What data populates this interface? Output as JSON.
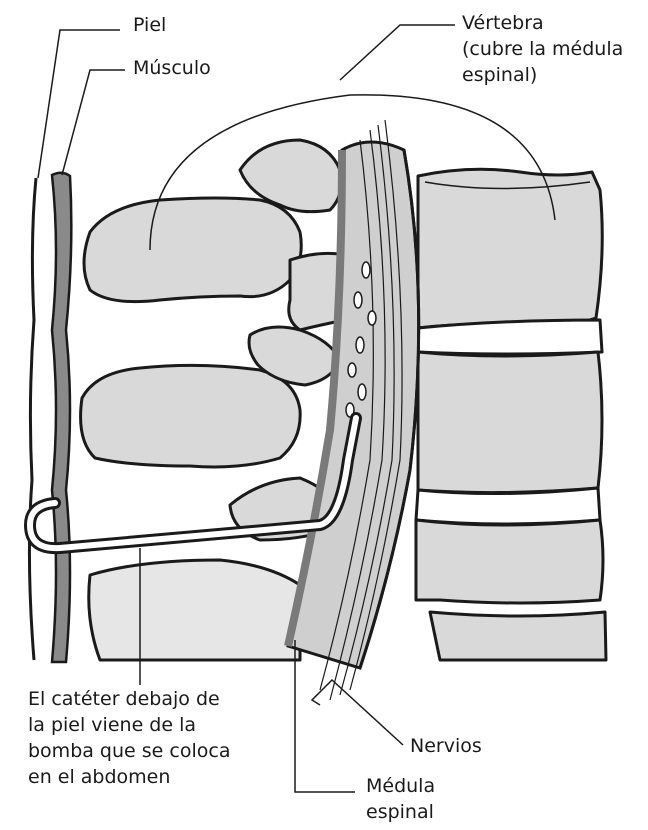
{
  "labels": {
    "piel": "Piel",
    "musculo": "Músculo",
    "vertebra": [
      "Vértebra",
      "(cubre la médula",
      "espinal)"
    ],
    "cateter": [
      "El catéter debajo de",
      "la piel viene de la",
      "bomba que se coloca",
      "en el abdomen"
    ],
    "nervios": "Nervios",
    "medula": [
      "Médula",
      "espinal"
    ]
  },
  "colors": {
    "ink": "#1a1a1a",
    "bone": "#d9d9d9",
    "bone_dark": "#bdbdbd",
    "muscle": "#8a8a8a",
    "cord": "#cfcfcf",
    "cord_edge": "#7a7a7a"
  }
}
